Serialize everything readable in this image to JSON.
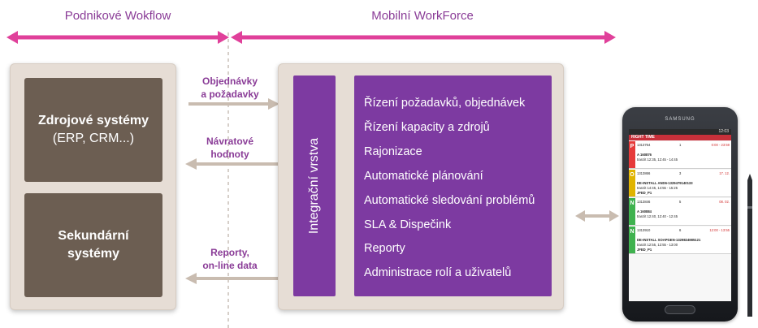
{
  "header": {
    "left_label": "Podnikové Wokflow",
    "right_label": "Mobilní WorkForce"
  },
  "left_panel": {
    "source_systems": {
      "title": "Zdrojové systémy",
      "subtitle": "(ERP, CRM...)"
    },
    "secondary_systems": {
      "line1": "Sekundární",
      "line2": "systémy"
    }
  },
  "arrows": {
    "orders": {
      "line1": "Objednávky",
      "line2": "a požadavky"
    },
    "returns": {
      "line1": "Návratové",
      "line2": "hodnoty"
    },
    "reports": {
      "line1": "Reporty,",
      "line2": "on-line data"
    }
  },
  "right_panel": {
    "integration_label": "Integrační vrstva",
    "features": [
      "Řízení požadavků, objednávek",
      "Řízení kapacity a zdrojů",
      "Rajonizace",
      "Automatické plánování",
      "Automatické sledování problémů",
      "SLA & Dispečink",
      "Reporty",
      "Administrace rolí a uživatelů"
    ]
  },
  "phone": {
    "brand": "SAMSUNG",
    "clock": "12:03",
    "app_header": "RIGHT TIME",
    "rows": [
      {
        "tag": "P",
        "id": "1313764",
        "n": "1",
        "time": "0:00 - 23:59",
        "l2": "A 160876",
        "l3": "tranzit 12:35, 12:45 - 14:45",
        "l4": ""
      },
      {
        "tag": "O",
        "id": "1313866",
        "n": "3",
        "time": "17. 12.",
        "l2": "DE-INSTALL AND6-1329479140133",
        "l3": "tranzit 14:45, 14:55 - 15:25",
        "l4": "JFED_P1"
      },
      {
        "tag": "N",
        "id": "1313846",
        "n": "5",
        "time": "08. 02.",
        "l2": "A 160884",
        "l3": "tranzit 12:40, 12:40 - 12:45",
        "l4": ""
      },
      {
        "tag": "N",
        "id": "1313910",
        "n": "6",
        "time": "12:00 - 13:55",
        "l2": "DE-INSTALL SOAPGEN-1329824985121",
        "l3": "tranzit 12:55, 12:55 - 13:00",
        "l4": "JFED_P1"
      }
    ]
  },
  "colors": {
    "accent_pink": "#e0409a",
    "purple": "#7d3aa1",
    "label_purple": "#8a3c97",
    "brown_box": "#6c5e52",
    "beige_panel": "#e6ddd5",
    "arrow_gray": "#c9bcb0"
  }
}
